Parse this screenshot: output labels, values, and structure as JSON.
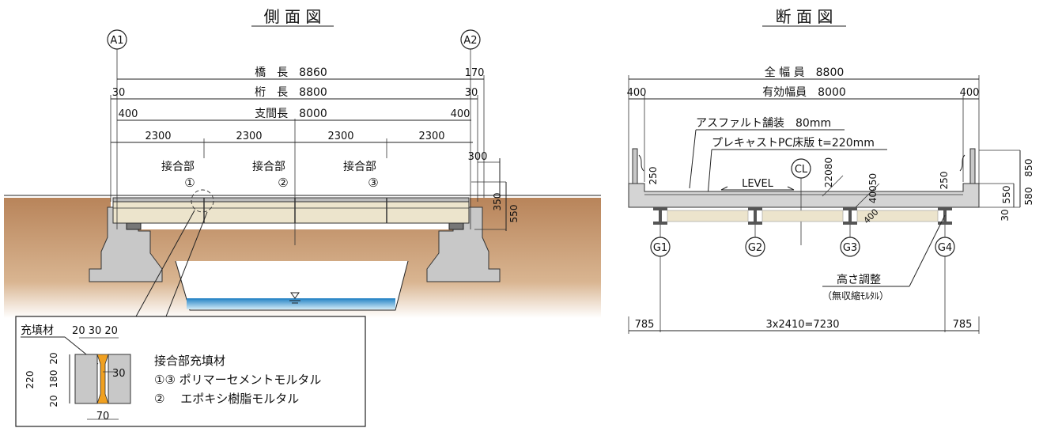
{
  "side_view": {
    "title": "側 面 図",
    "axis_a1": "A1",
    "axis_a2": "A2",
    "bridge_length": "橋　長　8860",
    "girder_length": "桁　長　8800",
    "span_length": "支間長　8000",
    "dim_170": "170",
    "dim_30_left": "30",
    "dim_30_right": "30",
    "dim_400_left": "400",
    "dim_400_right": "400",
    "dim_2300_a": "2300",
    "dim_2300_b": "2300",
    "dim_2300_c": "2300",
    "dim_2300_d": "2300",
    "dim_300": "300",
    "dim_350": "350",
    "dim_550": "550",
    "joint_1_label": "接合部",
    "joint_1_num": "①",
    "joint_2_label": "接合部",
    "joint_2_num": "②",
    "joint_3_label": "接合部",
    "joint_3_num": "③"
  },
  "detail": {
    "filler_label": "充填材",
    "dim_top": "20 30 20",
    "dim_30": "30",
    "dim_220": "220",
    "dim_20_top": "20",
    "dim_180": "180",
    "dim_20_bottom": "20",
    "dim_70": "70",
    "legend_title": "接合部充填材",
    "legend_line1": "①③ ポリマーセメントモルタル",
    "legend_line2": "②　 エポキシ樹脂モルタル"
  },
  "cross_section": {
    "title": "断 面 図",
    "total_width": "全 幅 員　8800",
    "effective_width": "有効幅員　8000",
    "dim_400_left": "400",
    "dim_400_right": "400",
    "asphalt": "アスファルト舗装　80mm",
    "slab": "プレキャストPC床版 t=220mm",
    "level": "LEVEL",
    "cl": "CL",
    "dim_250_left": "250",
    "dim_250_right": "250",
    "dim_22080": "22080",
    "dim_40050": "40050",
    "dim_400_small": "400",
    "dim_850": "850",
    "dim_550": "550",
    "dim_580": "580",
    "dim_30": "30",
    "girder_g1": "G1",
    "girder_g2": "G2",
    "girder_g3": "G3",
    "girder_g4": "G4",
    "height_adjust": "高さ調整",
    "height_adjust_note": "（無収縮ﾓﾙﾀﾙ）",
    "dim_785_left": "785",
    "dim_spacing": "3x2410=7230",
    "dim_785_right": "785"
  },
  "colors": {
    "soil": "#b8845a",
    "soil_light": "#f4e6d6",
    "concrete": "#c8c8c8",
    "deck": "#ece4cc",
    "water": "#2f89c8",
    "filler": "#f0a020",
    "slab": "#d4d4d4"
  }
}
